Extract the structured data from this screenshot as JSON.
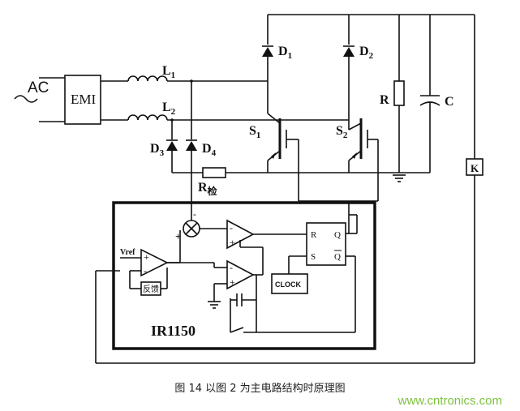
{
  "diagram": {
    "labels": {
      "ac": "AC",
      "emi": "EMI",
      "l1": "L",
      "l1_sub": "1",
      "l2": "L",
      "l2_sub": "2",
      "d1": "D",
      "d1_sub": "1",
      "d2": "D",
      "d2_sub": "2",
      "d3": "D",
      "d3_sub": "3",
      "d4": "D",
      "d4_sub": "4",
      "s1": "S",
      "s1_sub": "1",
      "s2": "S",
      "s2_sub": "2",
      "r": "R",
      "c": "C",
      "k": "K",
      "r_sense": "R",
      "r_sense_sub": "检",
      "vref": "Vref",
      "plus1": "+",
      "minus1": "-",
      "plus2": "+",
      "minus2": "-",
      "plus3": "+",
      "minus3": "-",
      "mult_plus": "+",
      "mult_minus": "-",
      "feedback": "反馈",
      "clock": "CLOCK",
      "ff_r": "R",
      "ff_s": "S",
      "ff_q": "Q",
      "ff_qbar": "Q",
      "chip": "IR1150"
    },
    "caption": "图 14  以图 2 为主电路结构时原理图",
    "watermark": "www.cntronics.com",
    "watermark_color": "#7fc241"
  }
}
